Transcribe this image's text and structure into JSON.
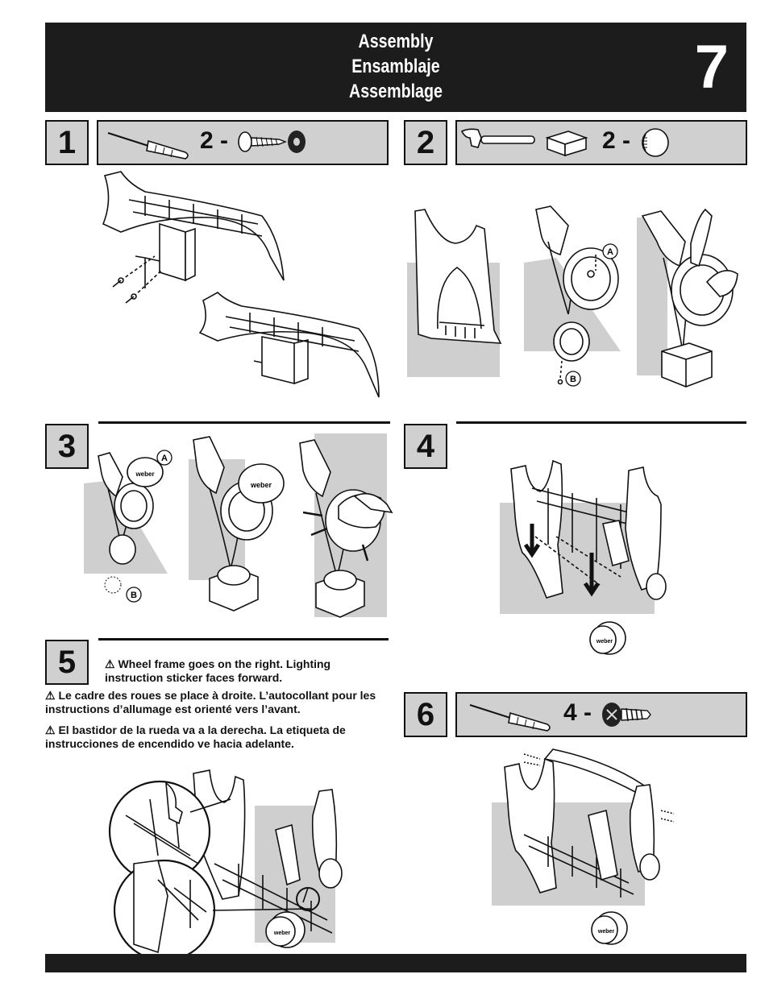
{
  "header": {
    "title_en": "Assembly",
    "title_es": "Ensamblaje",
    "title_fr": "Assemblage",
    "page_number": "7"
  },
  "steps": [
    {
      "number": "1",
      "quantity": "2 -",
      "tools": [
        "screwdriver-icon",
        "screw-icon",
        "washer-icon"
      ]
    },
    {
      "number": "2",
      "quantity": "2 -",
      "tools": [
        "hammer-icon",
        "wood-block-icon",
        "hubcap-icon"
      ]
    },
    {
      "number": "3"
    },
    {
      "number": "4"
    },
    {
      "number": "5"
    },
    {
      "number": "6",
      "quantity": "4 -",
      "tools": [
        "screwdriver-icon",
        "bolt-icon"
      ]
    }
  ],
  "callouts": {
    "a": "A",
    "b": "B"
  },
  "step5_notes": {
    "en": "⚠ Wheel frame goes on the right. Lighting instruction sticker faces forward.",
    "fr": "⚠ Le cadre des roues se place à droite. L’autocollant pour les instructions d’allumage est orienté vers l’avant.",
    "es": "⚠ El bastidor de la rueda va a la derecha.  La etiqueta de instrucciones de encendido ve hacia adelante."
  },
  "brand_mark": "weber"
}
